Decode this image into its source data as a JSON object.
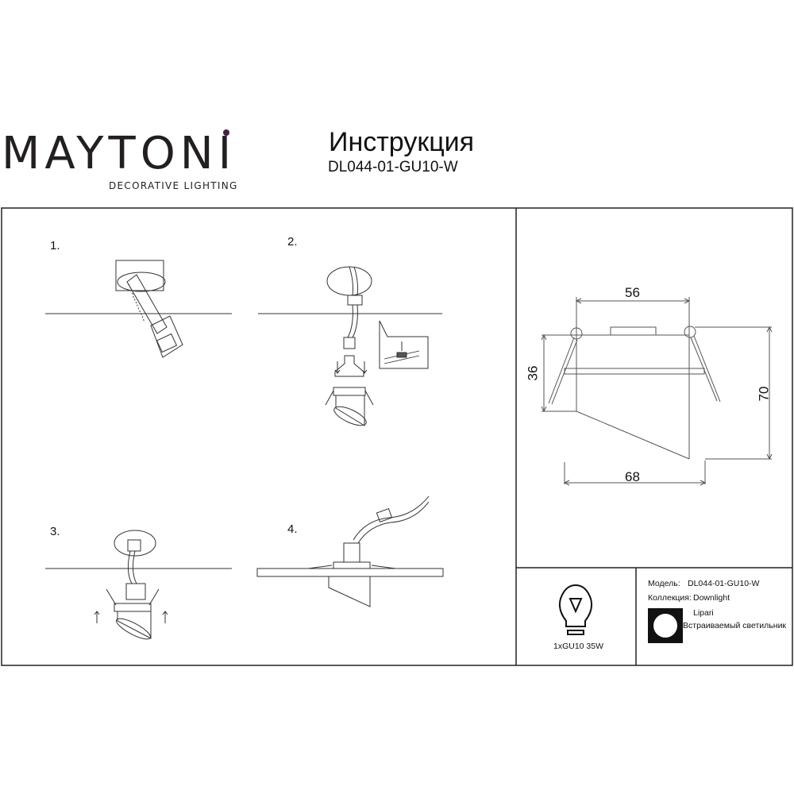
{
  "header": {
    "brand": "MAYTONI",
    "brand_tagline": "DECORATIVE LIGHTING",
    "title": "Инструкция",
    "model_code": "DL044-01-GU10-W",
    "accent_color": "#4b1e4a"
  },
  "steps": [
    {
      "label": "1."
    },
    {
      "label": "2."
    },
    {
      "label": "3."
    },
    {
      "label": "4."
    }
  ],
  "dimensions": {
    "width_top": "56",
    "width_bottom": "68",
    "height_left": "36",
    "height_right": "70"
  },
  "specs": {
    "lamp_icon": "light-bulb-icon",
    "lamp": "1xGU10 35W",
    "model_label": "Модель:",
    "model_value": "DL044-01-GU10-W",
    "collection_label": "Коллекция:",
    "collection_value": "Downlight",
    "series": "Lipari",
    "type": "Встраиваемый светильник"
  }
}
